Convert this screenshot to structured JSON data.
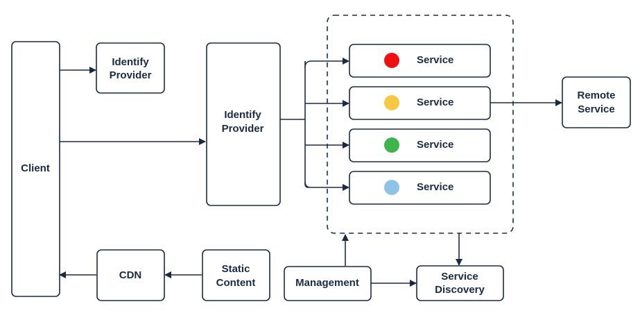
{
  "nodes": {
    "client": "Client",
    "identify_provider_small": [
      "Identify",
      "Provider"
    ],
    "identify_provider_gateway": [
      "Identify",
      "Provider"
    ],
    "remote_service": [
      "Remote",
      "Service"
    ],
    "cdn": "CDN",
    "static_content": [
      "Static",
      "Content"
    ],
    "management": "Management",
    "service_discovery": [
      "Service",
      "Discovery"
    ]
  },
  "services": [
    {
      "label": "Service",
      "status_color": "#ef1111"
    },
    {
      "label": "Service",
      "status_color": "#f7c842"
    },
    {
      "label": "Service",
      "status_color": "#3db54a"
    },
    {
      "label": "Service",
      "status_color": "#8fc3e6"
    }
  ],
  "colors": {
    "stroke": "#1b2a44"
  }
}
